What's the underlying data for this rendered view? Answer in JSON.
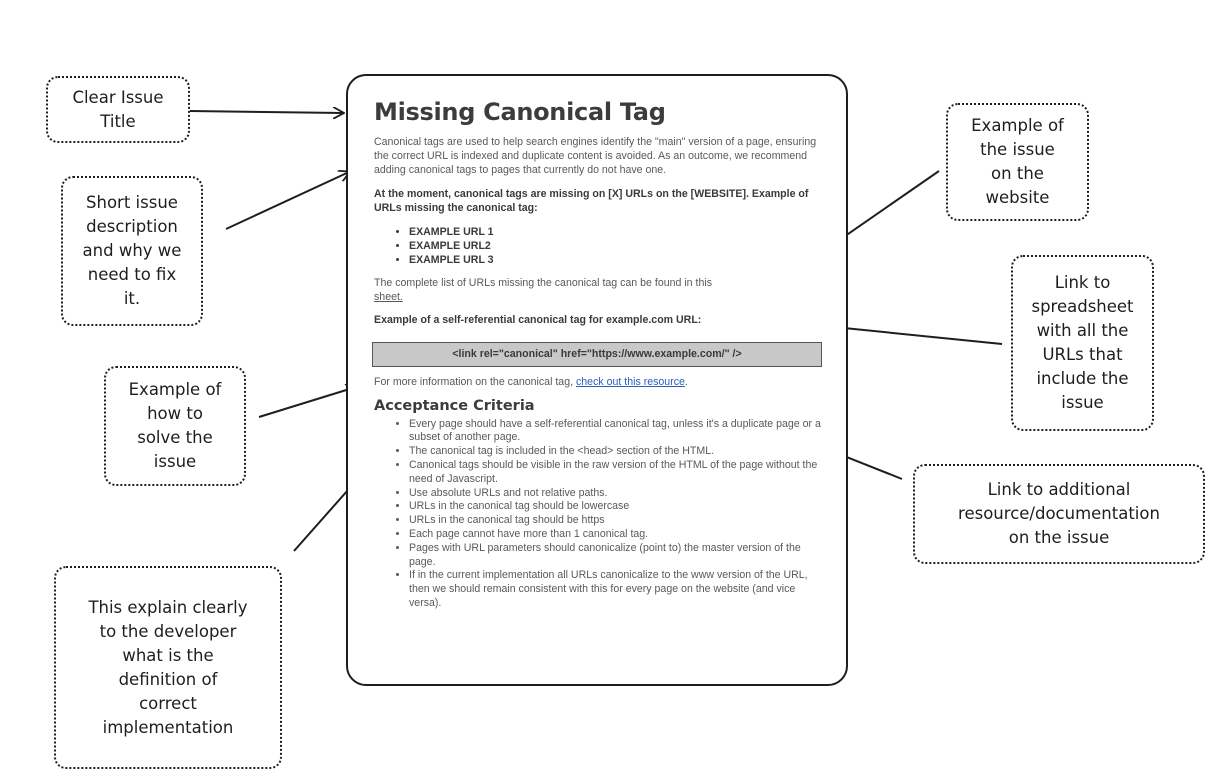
{
  "document": {
    "title": "Missing Canonical Tag",
    "intro": "Canonical tags are used to help search engines identify the \"main\" version of a page, ensuring the correct URL is indexed and duplicate content is avoided. As an outcome, we recommend adding canonical tags to pages that currently do not have one.",
    "missing_heading": "At the moment, canonical tags are missing on [X] URLs on the [WEBSITE]. Example of URLs missing the canonical tag:",
    "example_urls": [
      "EXAMPLE URL 1",
      "EXAMPLE URL2",
      "EXAMPLE URL 3"
    ],
    "complete_list_text": "The complete list of URLs missing the canonical tag can be found in this",
    "sheet_link": "sheet.",
    "example_heading": "Example of a self-referential canonical tag for example.com URL:",
    "code_snippet": "<link rel=\"canonical\" href=\"https://www.example.com/\" />",
    "resource_text": "For more information on the canonical tag,",
    "resource_link": "check out this resource",
    "acceptance_heading": "Acceptance Criteria",
    "acceptance_criteria": [
      "Every page should have a self-referential canonical tag, unless it's a duplicate page or a subset of another page.",
      "The canonical tag is included in the <head> section of the HTML.",
      "Canonical tags should be visible in the raw version of the HTML of the page without the need of Javascript.",
      "Use absolute URLs and not relative paths.",
      "URLs in the canonical tag should be lowercase",
      "URLs in the canonical tag should be https",
      "Each page cannot have more than 1 canonical tag.",
      "Pages with URL parameters should canonicalize (point to) the master version of the page.",
      "If in the current implementation all URLs canonicalize to the www version of the URL, then we should remain consistent with this for every page on the website (and vice versa)."
    ]
  },
  "annotations": {
    "clear_title": "Clear Issue\nTitle",
    "short_description": "Short issue\ndescription\nand why we\nneed to fix\nit.",
    "example_solve": "Example of\nhow to\nsolve the\nissue",
    "explain_developer": "This explain clearly\nto the developer\nwhat is the\ndefinition of\ncorrect\nimplementation",
    "example_issue": "Example of\nthe issue\non the\nwebsite",
    "link_spreadsheet": "Link to\nspreadsheet\nwith all the\nURLs that\ninclude the\nissue",
    "link_resource": "Link to additional\nresource/documentation\non the issue"
  },
  "colors": {
    "stroke": "#1e1e1e",
    "code_bg": "#c8c8c8",
    "link": "#2b5cc0"
  }
}
